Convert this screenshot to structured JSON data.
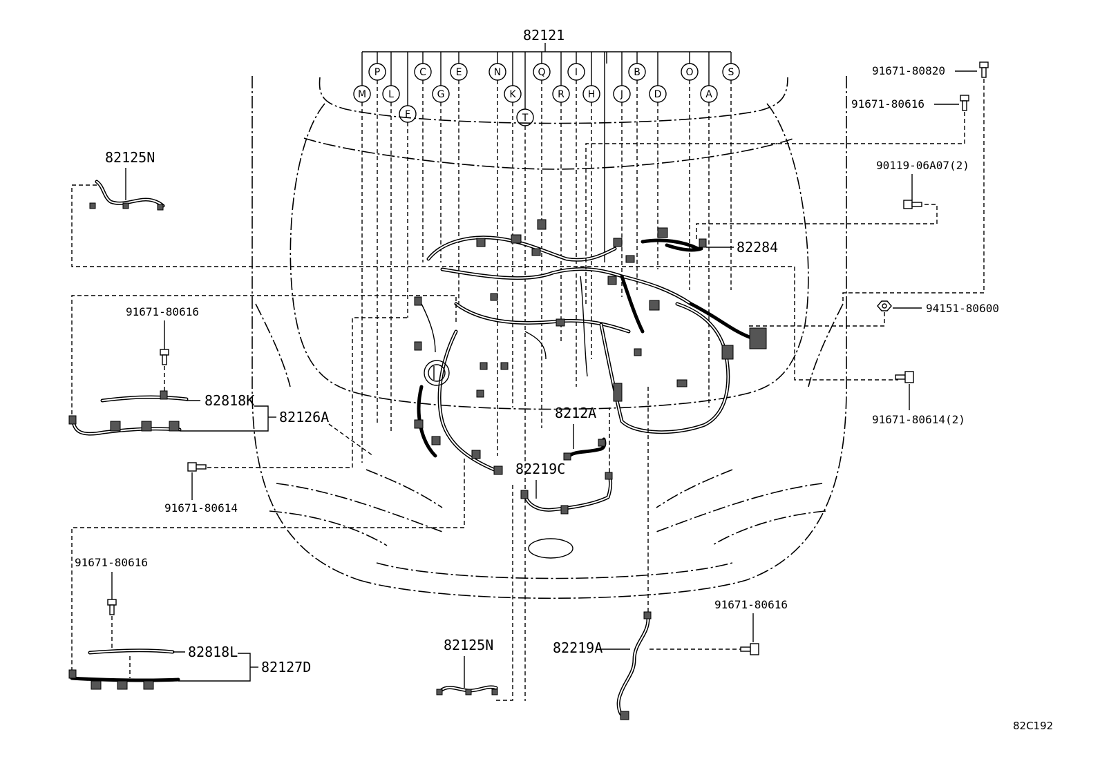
{
  "diagram_id": "82C192",
  "main_harness": "82121",
  "connector_letters": [
    "M",
    "P",
    "L",
    "F",
    "C",
    "G",
    "E",
    "N",
    "K",
    "T",
    "Q",
    "R",
    "I",
    "H",
    "B",
    "J",
    "D",
    "O",
    "A",
    "S"
  ],
  "parts": {
    "p82125N_top": "82125N",
    "p82125N_bottom": "82125N",
    "p82818K": "82818K",
    "p82126A": "82126A",
    "p82818L": "82818L",
    "p82127D": "82127D",
    "p8212A": "8212A",
    "p82219C": "82219C",
    "p82219A": "82219A",
    "p82284": "82284"
  },
  "fasteners": {
    "f91671_80820": "91671-80820",
    "f91671_80616_right": "91671-80616",
    "f90119_06A07": "90119-06A07(2)",
    "f94151_80600": "94151-80600",
    "f91671_80614_2": "91671-80614(2)",
    "f91671_80616_left": "91671-80616",
    "f91671_80614": "91671-80614",
    "f91671_80616_bottom_left": "91671-80616",
    "f91671_80616_bottom_right": "91671-80616"
  }
}
